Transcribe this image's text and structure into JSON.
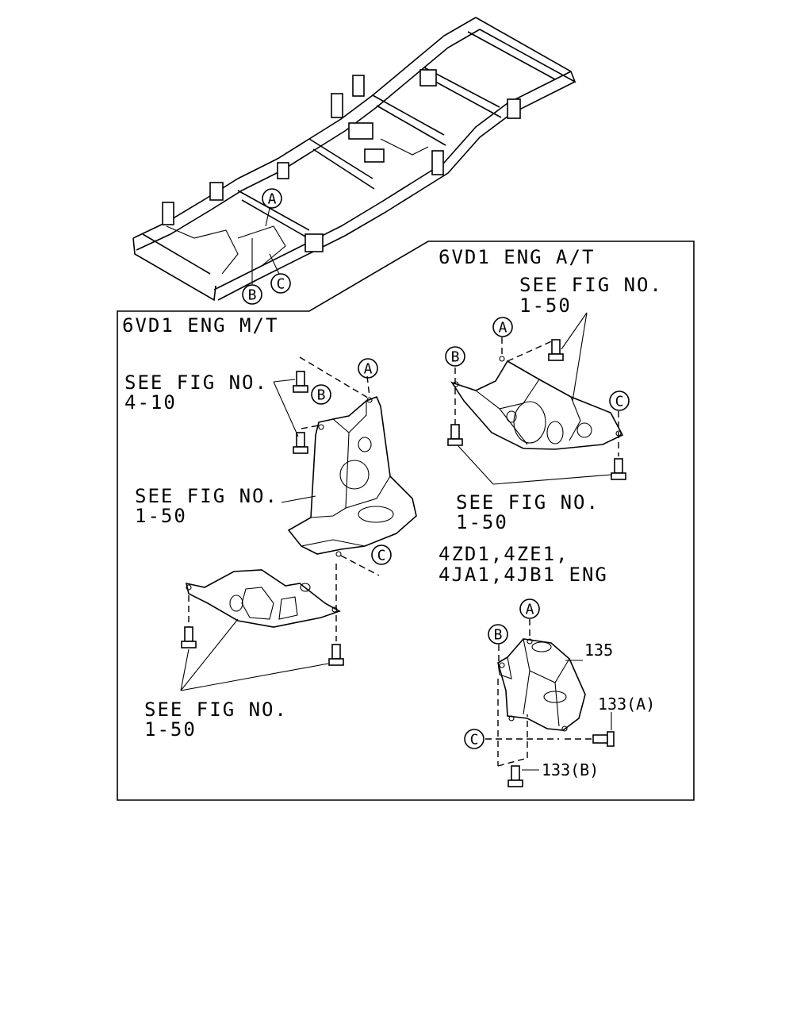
{
  "figure": {
    "callout_letters": {
      "a": "A",
      "b": "B",
      "c": "C"
    },
    "variants": {
      "at": "6VD1 ENG A/T",
      "mt": "6VD1 ENG M/T",
      "four_cyl_line1": "4ZD1,4ZE1,",
      "four_cyl_line2": "4JA1,4JB1 ENG"
    },
    "references": {
      "see_fig": "SEE FIG NO.",
      "fig_1_50": "1-50",
      "fig_4_10": "4-10"
    },
    "parts": {
      "p135": "135",
      "p133a": "133(A)",
      "p133b": "133(B)"
    }
  }
}
